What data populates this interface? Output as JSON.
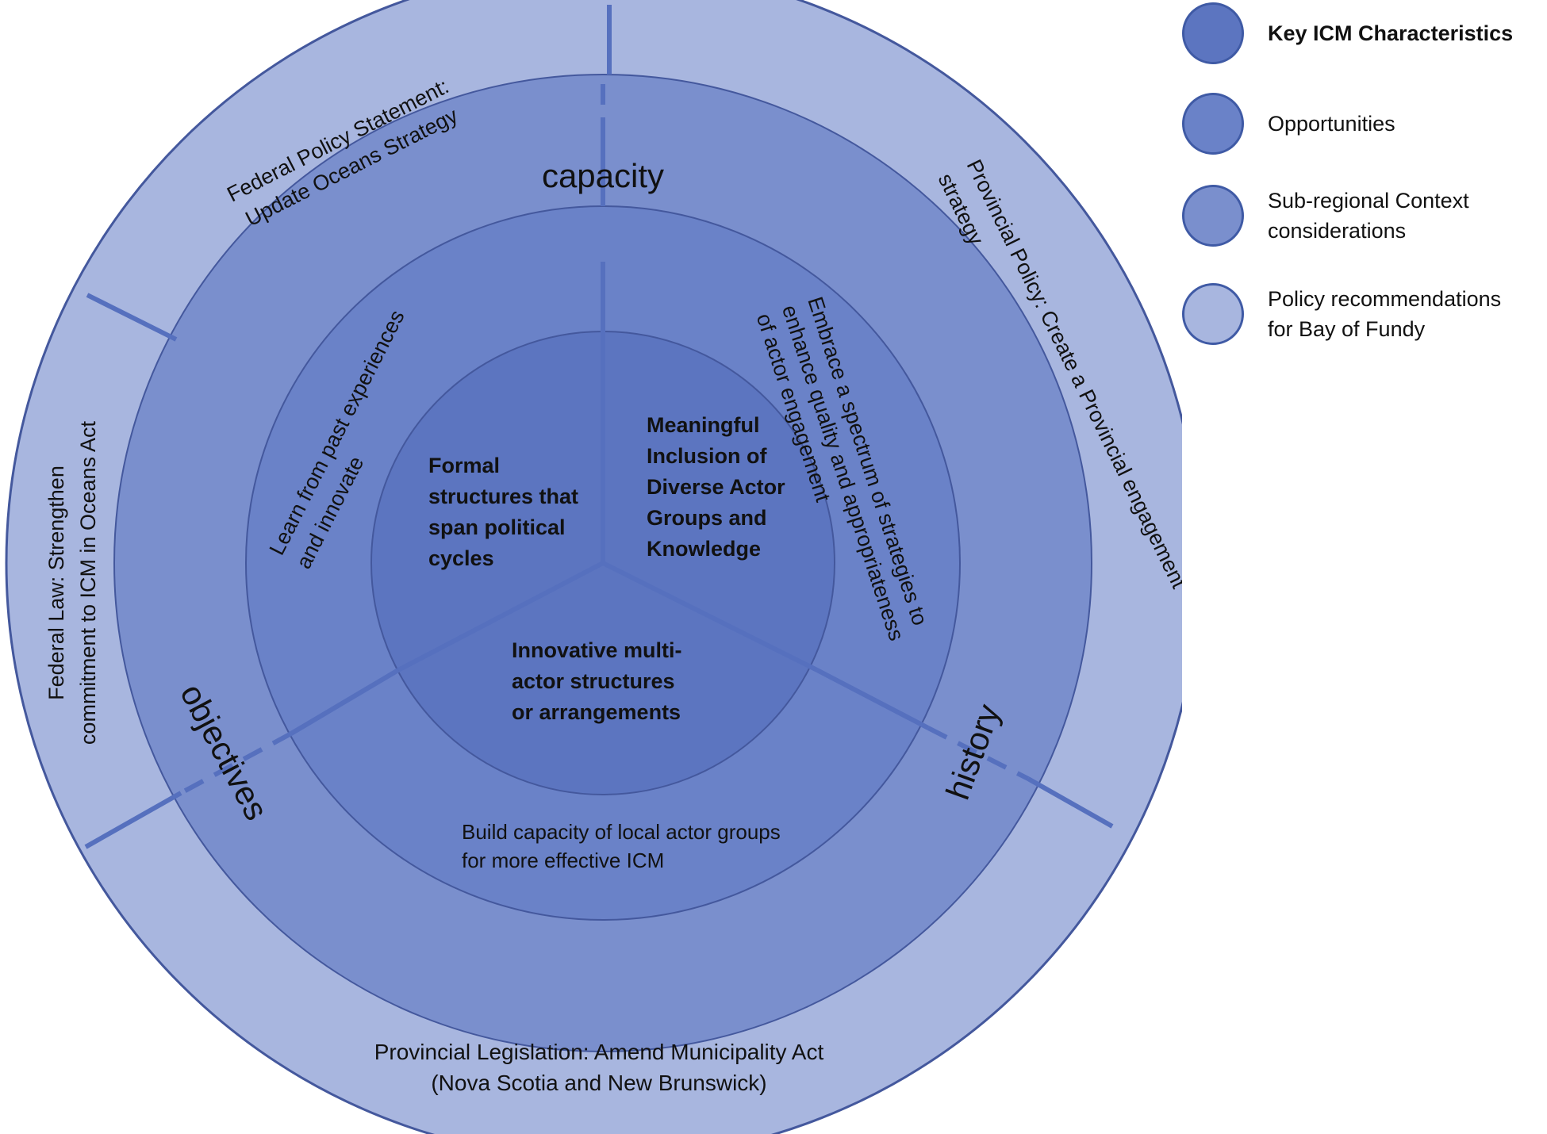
{
  "colors": {
    "policy_ring": "#a8b6df",
    "context_ring": "#7a8fcd",
    "opportunity_ring": "#6a82c8",
    "core": "#5c75c0",
    "divider": "#5670be",
    "outline": "#44589d"
  },
  "center": {
    "formal": [
      "Formal",
      "structures that",
      "span political",
      "cycles"
    ],
    "meaningful": [
      "Meaningful",
      "Inclusion of",
      "Diverse Actor",
      "Groups and",
      "Knowledge"
    ],
    "innovative": [
      "Innovative multi-",
      "actor structures",
      "or arrangements"
    ]
  },
  "opportunities": {
    "learn": [
      "Learn from past experiences",
      "and innovate"
    ],
    "embrace": [
      "Embrace a spectrum of strategies to",
      "enhance quality and appropriateness",
      "of actor engagement"
    ],
    "build": [
      "Build capacity of local actor groups",
      "for more effective ICM"
    ]
  },
  "context": {
    "capacity": "capacity",
    "objectives": "objectives",
    "history": "history"
  },
  "policy": {
    "federal_policy": [
      "Federal Policy Statement:",
      "Update Oceans Strategy"
    ],
    "provincial_policy": [
      "Provincial Policy: Create a Provincial engagement",
      "strategy"
    ],
    "federal_law": [
      "Federal Law: Strengthen",
      "commitment to ICM in Oceans Act"
    ],
    "provincial_legislation": [
      "Provincial Legislation: Amend Municipality Act",
      "(Nova Scotia and New Brunswick)"
    ]
  },
  "legend": {
    "items": [
      {
        "label": [
          "Key ICM Characteristics"
        ],
        "color": "#5c75c0",
        "bold": true
      },
      {
        "label": [
          "Opportunities"
        ],
        "color": "#6a82c8",
        "bold": false
      },
      {
        "label": [
          "Sub-regional Context",
          "considerations"
        ],
        "color": "#7a8fcd",
        "bold": false
      },
      {
        "label": [
          "Policy recommendations",
          "for Bay of Fundy"
        ],
        "color": "#a8b6df",
        "bold": false
      }
    ]
  }
}
